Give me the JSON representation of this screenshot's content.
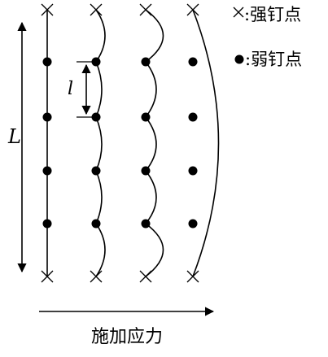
{
  "labels": {
    "length": "L",
    "spacing": "l",
    "force": "施加应力"
  },
  "legend": [
    {
      "symbol": "cross",
      "text": ":强钉点"
    },
    {
      "symbol": "dot",
      "text": ":弱钉点"
    }
  ],
  "lines": [
    {
      "id": "line-1",
      "curvature": "straight"
    },
    {
      "id": "line-2",
      "curvature": "slight-bow"
    },
    {
      "id": "line-3",
      "curvature": "bow"
    },
    {
      "id": "line-4",
      "curvature": "detached"
    }
  ],
  "colors": {
    "ink": "#000000",
    "background": "#ffffff"
  }
}
